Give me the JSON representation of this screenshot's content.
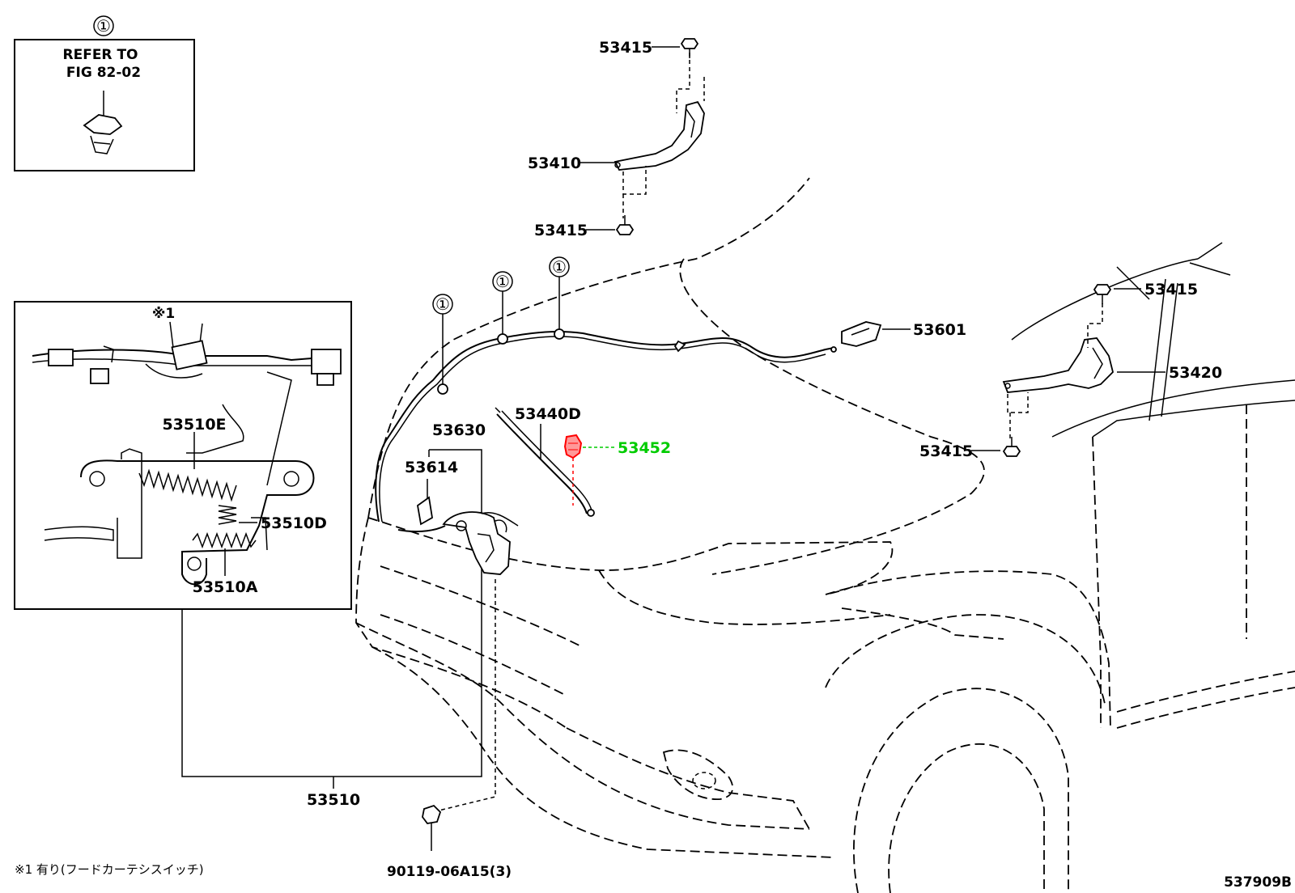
{
  "diagram_id": "537909B",
  "refer_box": {
    "marker": "①",
    "line1": "REFER TO",
    "line2": "FIG 82-02"
  },
  "clip_markers": [
    "①",
    "①",
    "①"
  ],
  "parts": {
    "hinge_bolt_top": "53415",
    "hinge_left": "53410",
    "hinge_bolt_left_bottom": "53415",
    "hinge_bolt_right_top": "53415",
    "hinge_right": "53420",
    "hinge_bolt_right_bottom": "53415",
    "release_lever": "53601",
    "support_rod": "53440D",
    "cushion": "53452",
    "lock_assy": "53630",
    "lock_bracket": "53614",
    "lock_sub_assy": "53510",
    "spring_e": "53510E",
    "spring_d": "53510D",
    "spring_a": "53510A",
    "bolt": "90119-06A15(3)"
  },
  "inset": {
    "note_mark": "※1"
  },
  "footnote": "※1 有り(フードカーテシスイッチ)",
  "colors": {
    "highlight_label": "#00cc00",
    "highlight_part": "#ff0000"
  }
}
